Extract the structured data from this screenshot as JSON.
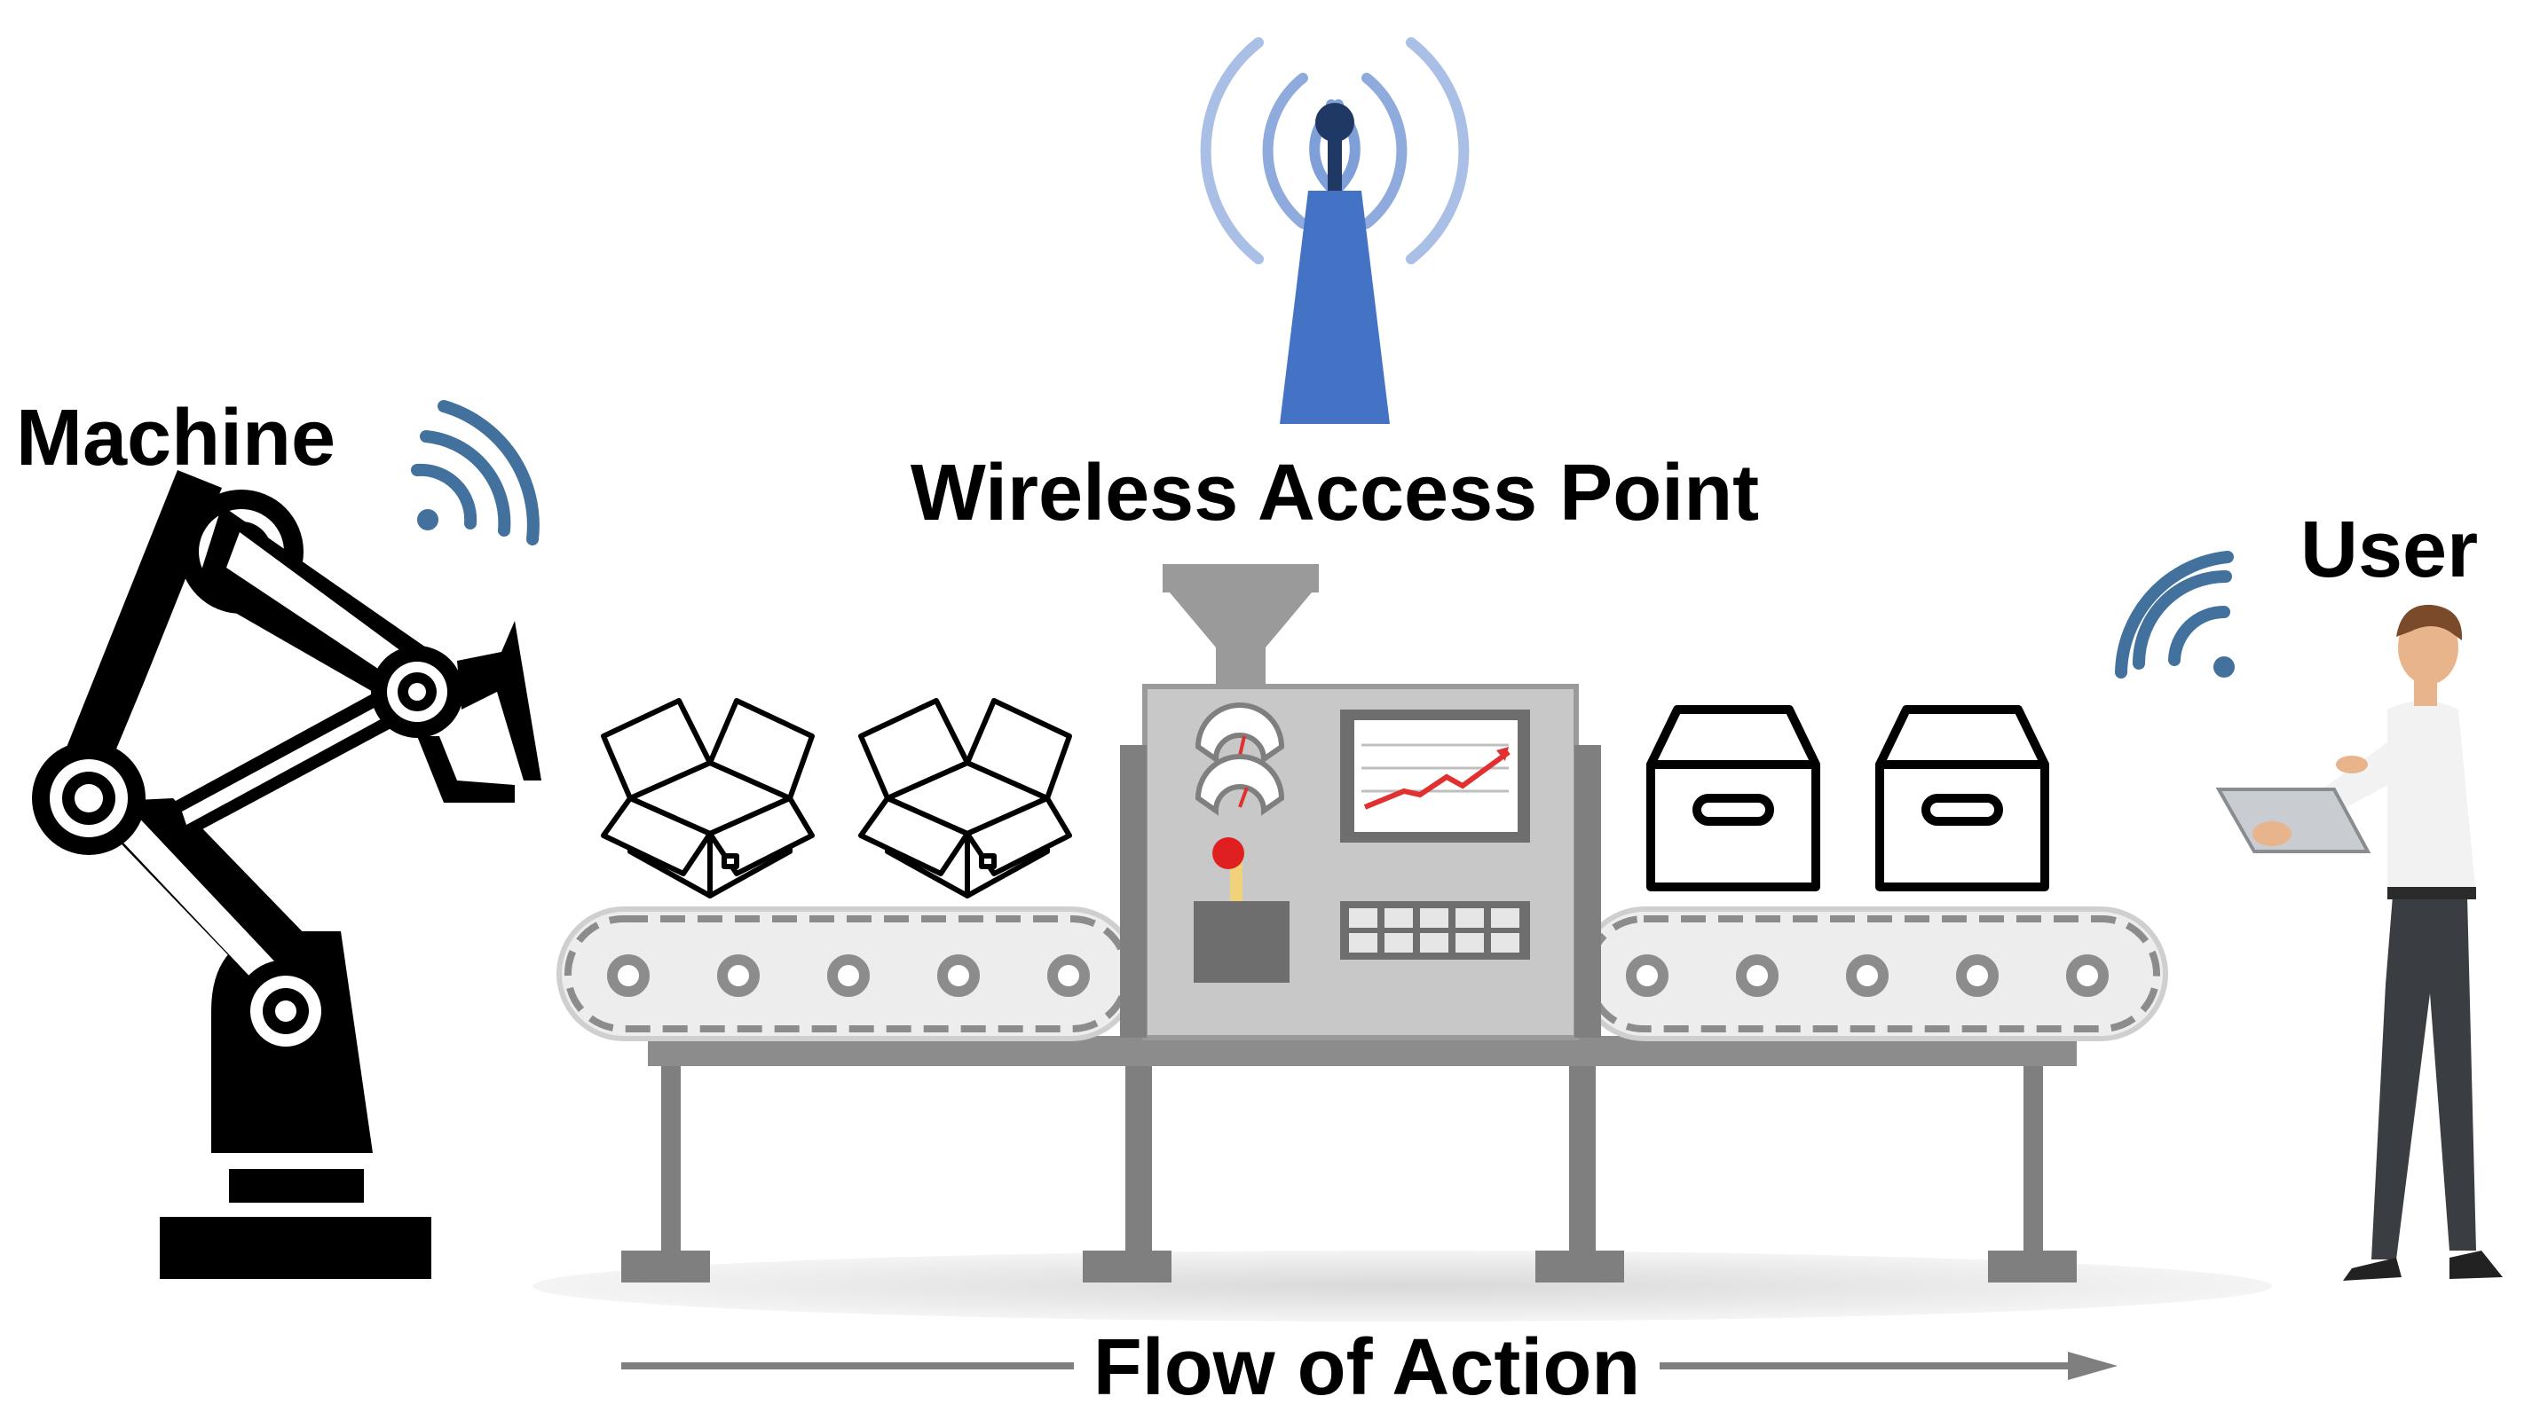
{
  "labels": {
    "machine": "Machine",
    "access_point": "Wireless Access Point",
    "user": "User",
    "flow": "Flow of Action"
  },
  "colors": {
    "tower_blue": "#4472c4",
    "tower_top": "#203864",
    "wave_light": "#8faadc",
    "wave_dark": "#41719c",
    "machine_gray": "#c8c8c8",
    "frame_gray": "#7f7f7f",
    "chart_red": "#e03030",
    "knob_red": "#e02020",
    "ink": "#000000"
  },
  "icons": [
    "robot-arm-icon",
    "wifi-signal-icon",
    "antenna-tower-icon",
    "open-box-icon",
    "closed-box-icon",
    "conveyor-belt-icon",
    "control-panel-icon",
    "person-with-tablet-icon",
    "arrow-right-icon"
  ]
}
